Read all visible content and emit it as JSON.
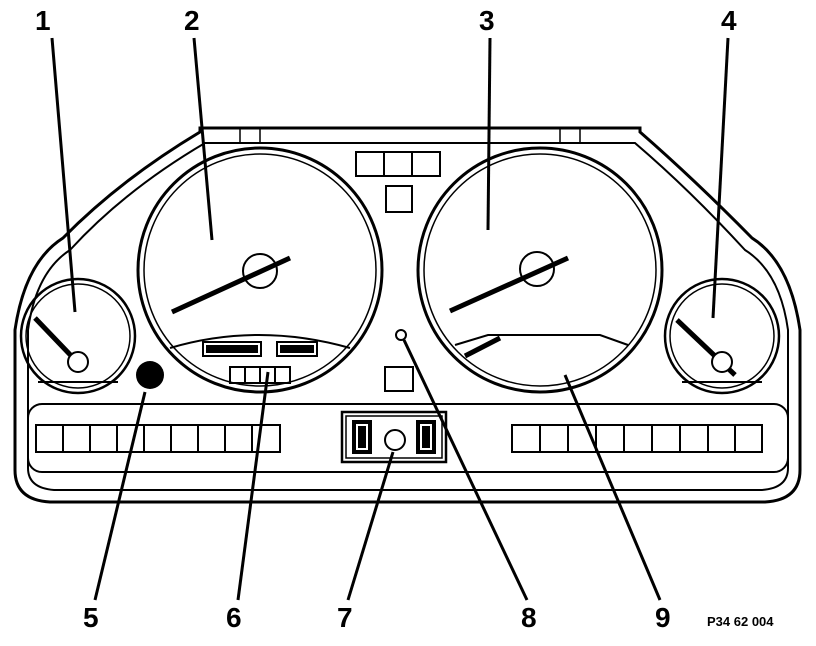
{
  "callouts": [
    "1",
    "2",
    "3",
    "4",
    "5",
    "6",
    "7",
    "8",
    "9"
  ],
  "reference": "P34 62 004",
  "colors": {
    "ink": "#000000",
    "paper": "#ffffff"
  }
}
